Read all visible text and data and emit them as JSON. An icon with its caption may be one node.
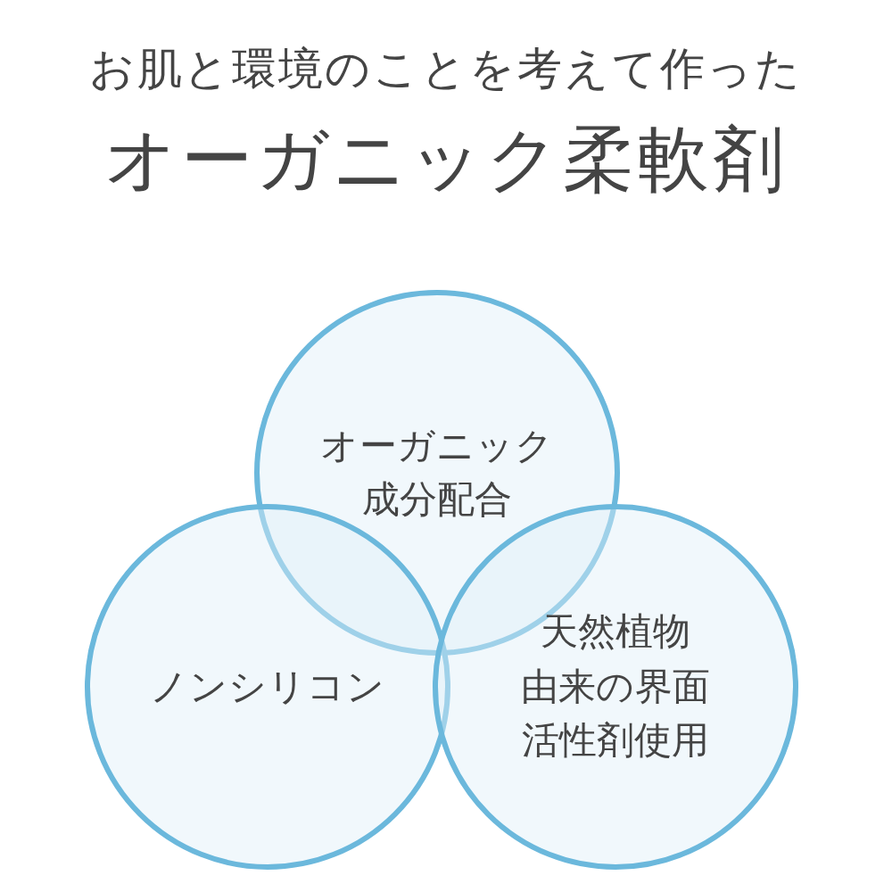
{
  "diagram": {
    "title": "オーガニック柔軟剤",
    "nodes": [
      {
        "text": [
          "オーガニック成分配合"
        ]
      },
      {
        "text": [
          "ノンシリコン"
        ]
      },
      {
        "text": [
          "天然植物由来の界面活性剤使用"
        ]
      }
    ],
    "labels": [
      "お肌と環境のことを考えて作った"
    ]
  }
}
